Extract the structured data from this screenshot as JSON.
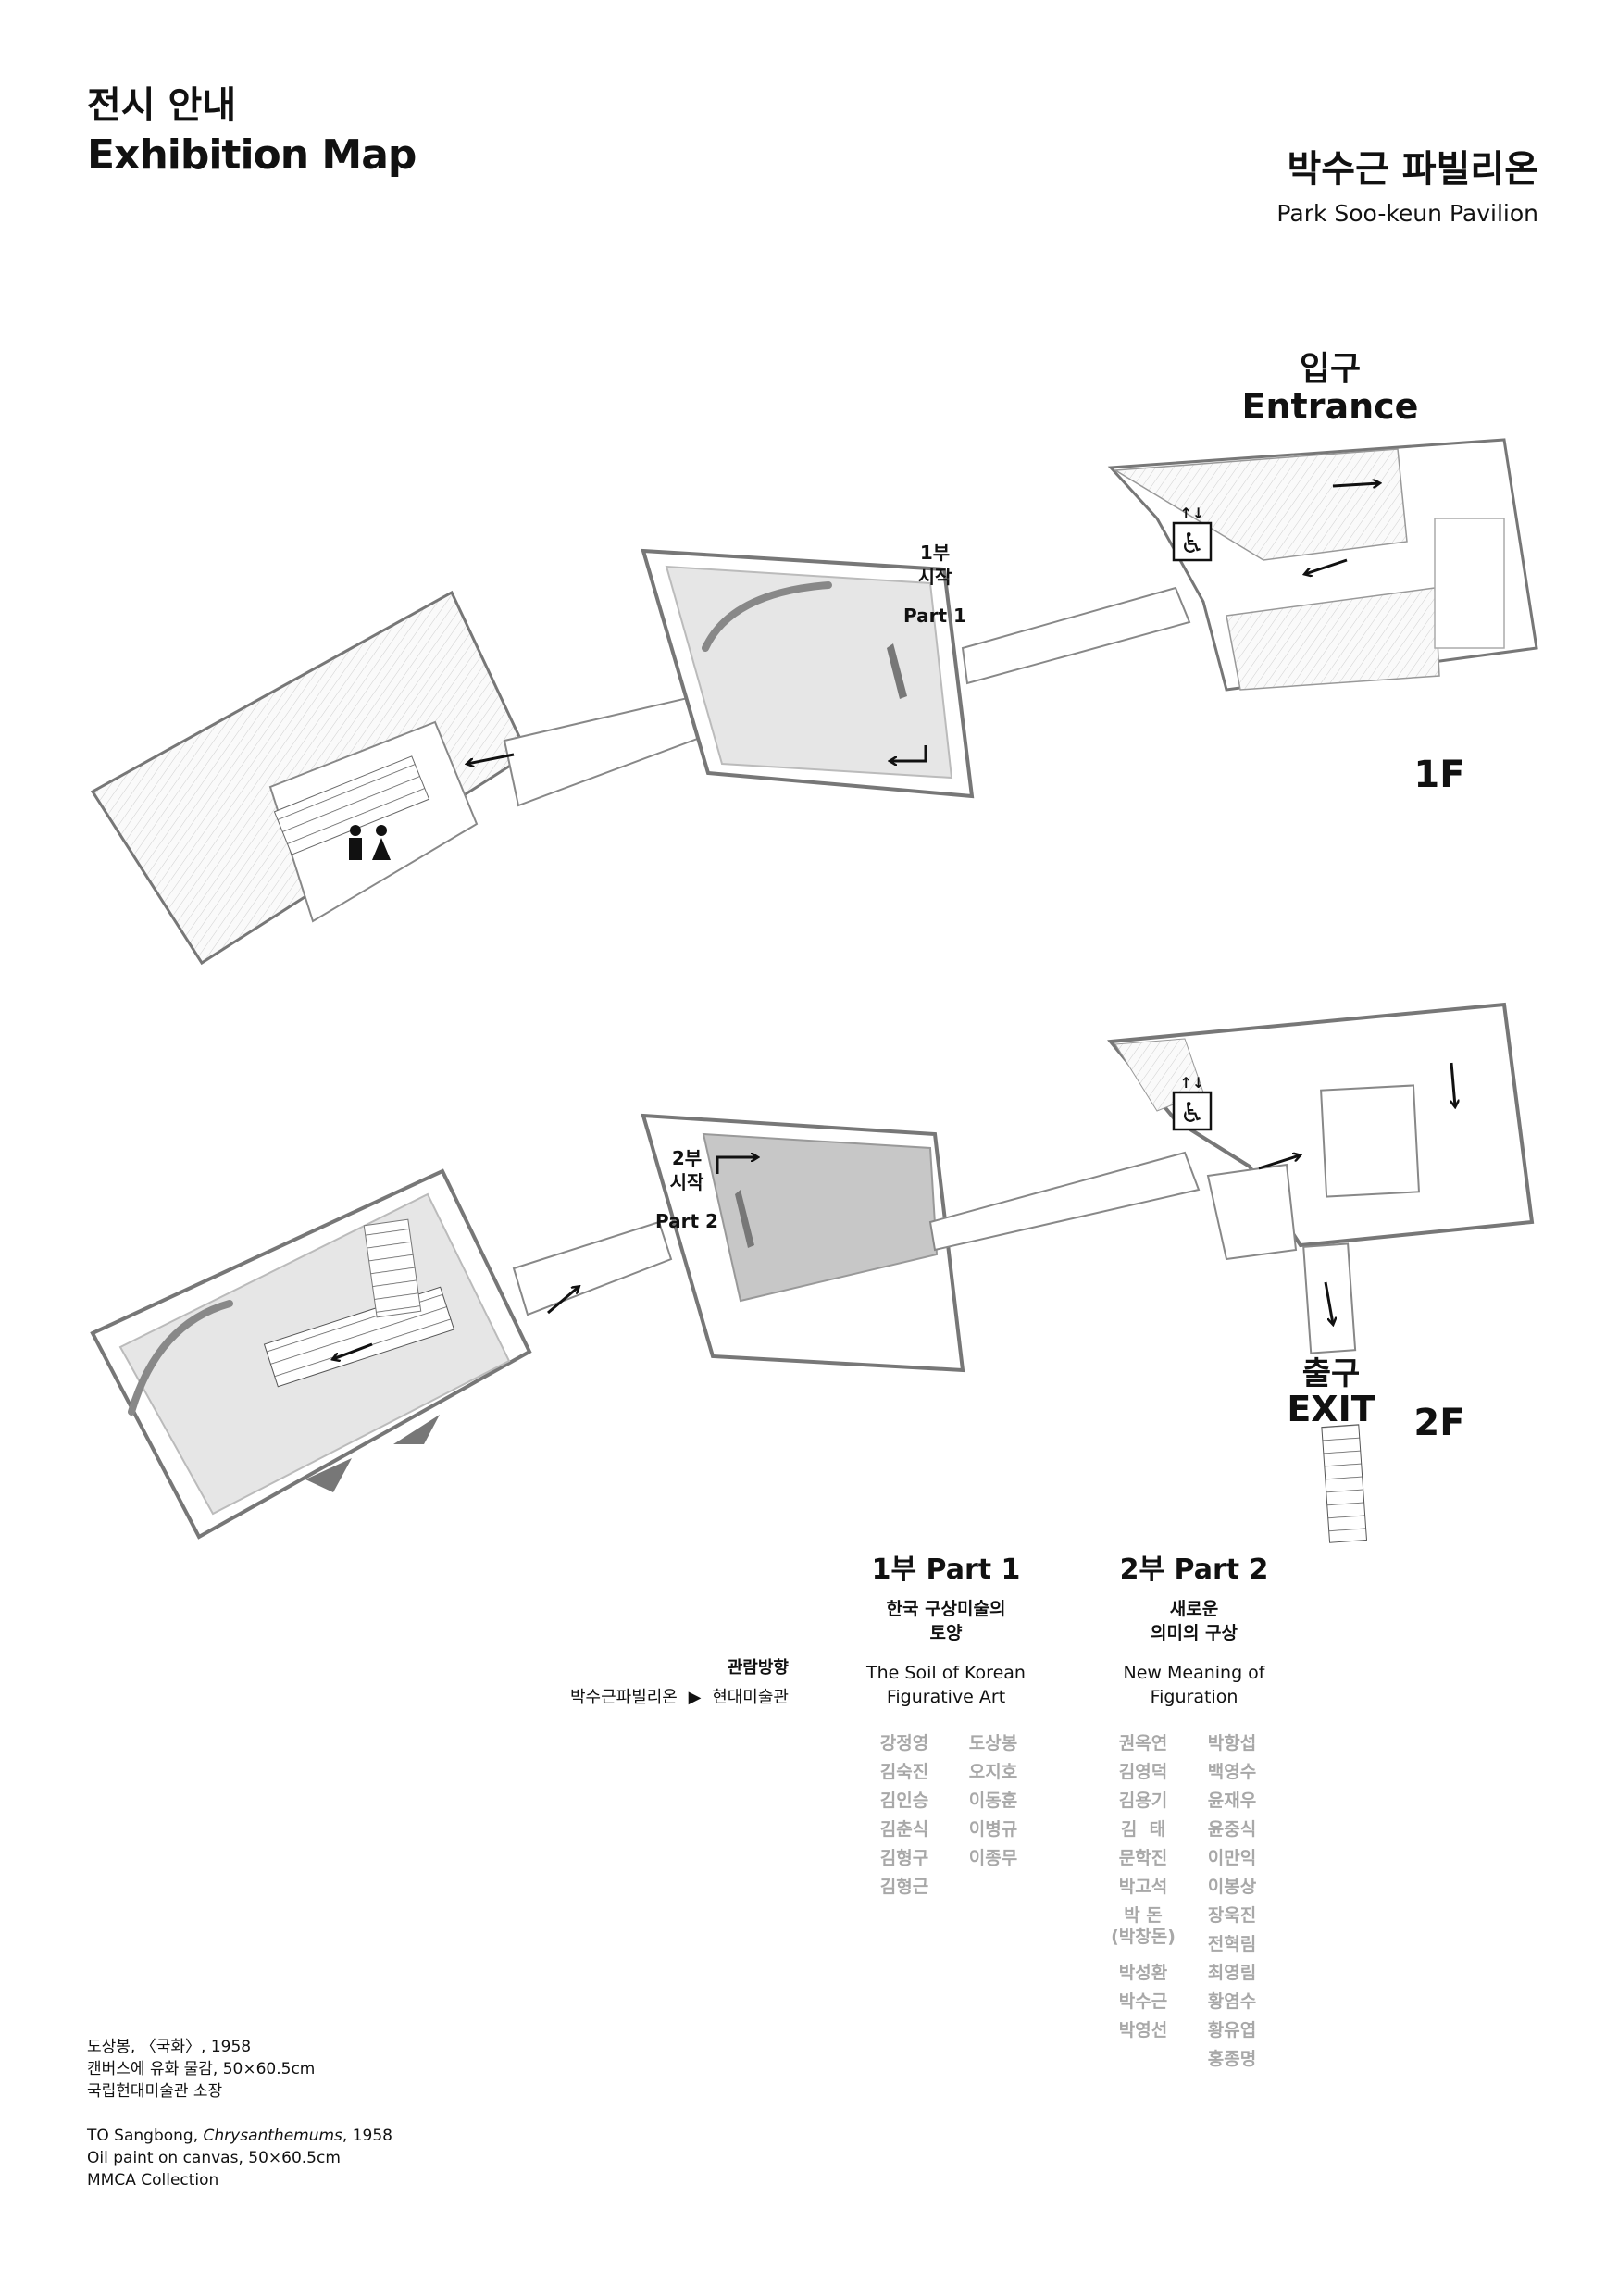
{
  "header": {
    "title_ko": "전시 안내",
    "title_en": "Exhibition Map",
    "pavilion_ko": "박수근 파빌리온",
    "pavilion_en": "Park Soo-keun Pavilion"
  },
  "map": {
    "entrance_ko": "입구",
    "entrance_en": "Entrance",
    "floor1": "1F",
    "floor2": "2F",
    "exit_ko": "출구",
    "exit_en": "EXIT",
    "part1_start_1": "1부",
    "part1_start_2": "시작",
    "part1_start_en": "Part 1",
    "part2_start_1": "2부",
    "part2_start_2": "시작",
    "part2_start_en": "Part 2",
    "elevator_arrows": "↑↓",
    "icons": [
      "wheelchair-icon",
      "restroom-icon",
      "arrow-icon"
    ]
  },
  "direction": {
    "label": "관람방향",
    "from": "박수근파빌리온",
    "arrow": "▶",
    "to": "현대미술관"
  },
  "legend": {
    "part1": {
      "heading": "1부 Part 1",
      "title_ko": "한국 구상미술의\n토양",
      "title_en": "The Soil of Korean\nFigurative Art",
      "names_left": [
        "강정영",
        "김숙진",
        "김인승",
        "김춘식",
        "김형구",
        "김형근"
      ],
      "names_right": [
        "도상봉",
        "오지호",
        "이동훈",
        "이병규",
        "이종무"
      ]
    },
    "part2": {
      "heading": "2부 Part 2",
      "title_ko": "새로운\n의미의 구상",
      "title_en": "New Meaning of\nFiguration",
      "names_left": [
        "권옥연",
        "김영덕",
        "김용기",
        "김  태",
        "문학진",
        "박고석",
        "박  돈\n(박창돈)",
        "박성환",
        "박수근",
        "박영선"
      ],
      "names_right": [
        "박항섭",
        "백영수",
        "윤재우",
        "윤중식",
        "이만익",
        "이봉상",
        "장욱진",
        "전혁림",
        "최영림",
        "황염수",
        "황유엽",
        "홍종명"
      ]
    }
  },
  "credit": {
    "ko_1": "도상봉, 〈국화〉, 1958",
    "ko_2": "캔버스에 유화 물감, 50×60.5cm",
    "ko_3": "국립현대미술관 소장",
    "en_artist": "TO Sangbong, ",
    "en_title": "Chrysanthemums",
    "en_year": ", 1958",
    "en_2": "Oil paint on canvas, 50×60.5cm",
    "en_3": "MMCA Collection"
  }
}
